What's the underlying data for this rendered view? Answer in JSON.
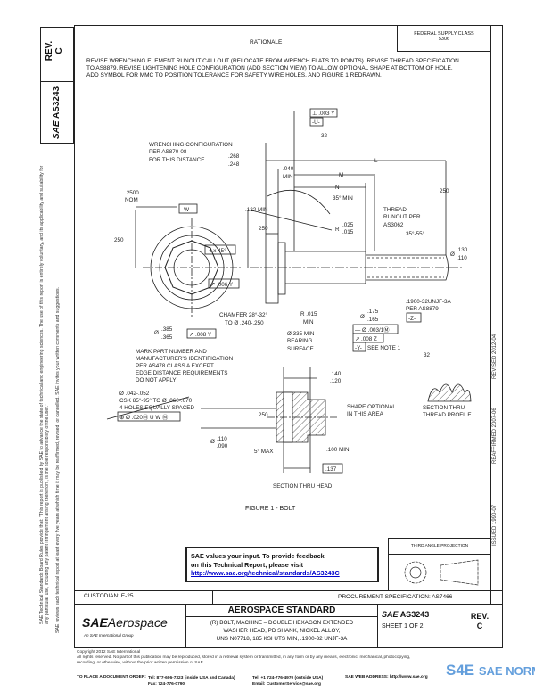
{
  "margin_left": {
    "disclaimer_1": "SAE Technical Standards Board Rules provide that: \"This report is published by SAE to advance the state of technical and engineering sciences. The use of this report is entirely voluntary, and its applicability and suitability for any particular use, including any patent infringement arising therefrom, is the sole responsibility of the user.\"",
    "disclaimer_2": "SAE reviews each technical report at least every five years at which time it may be reaffirmed, revised, or cancelled. SAE invites your written comments and suggestions."
  },
  "margin_right": {
    "issued": "ISSUED 1990-07",
    "reaffirmed": "REAFFIRMED 2007-06",
    "revised": "REVISED 2012-04"
  },
  "corner": {
    "rev_label": "REV.",
    "rev_value": "C",
    "doc_number": "AS3243",
    "sae_logo": "SAE"
  },
  "federal_supply": {
    "label": "FEDERAL SUPPLY CLASS",
    "value": "5306"
  },
  "rationale": {
    "heading": "RATIONALE",
    "text": "REVISE WRENCHING ELEMENT RUNOUT CALLOUT (RELOCATE FROM WRENCH FLATS TO POINTS). REVISE THREAD SPECIFICATION TO AS8879. REVISE LIGHTENING HOLE CONFIGURATION (ADD SECTION VIEW) TO ALLOW OPTIONAL SHAPE AT BOTTOM OF HOLE. ADD SYMBOL FOR MMC TO POSITION TOLERANCE FOR SAFETY WIRE HOLES. AND FIGURE 1 REDRAWN."
  },
  "drawing": {
    "wrench_1": "WRENCHING CONFIGURATION",
    "wrench_2": "PER AS870-08",
    "wrench_3": "FOR THIS DISTANCE",
    "nom_1": ".2500",
    "nom_2": "NOM",
    "datum_w": "-W-",
    "min_122": ".122 MIN",
    "rough_250": "250",
    "chamfer_4x45": "4 x 45°",
    "head_h_1": ".268",
    "head_h_2": ".248",
    "min040_1": ".040",
    "min040_2": "MIN",
    "perp_fcf": "⊥ .003 Y",
    "datum_u": "-U-",
    "rough_32": "32",
    "dim_l": "L",
    "dim_m": "M",
    "dim_n": "N",
    "angle_35": "35° MIN",
    "runout_1": "THREAD",
    "runout_2": "RUNOUT PER",
    "runout_3": "AS3062",
    "r025_1": ".025",
    "r025_2": ".015",
    "r_label": "R",
    "angle_35_55": "35°-55°",
    "dia130_1": ".130",
    "dia130_2": ".110",
    "dia_sym": "Ø",
    "runout_fcf_1": "↗ .006 Y",
    "runout_fcf_2": "↗ .008 Y",
    "chamfer_1": "CHAMFER 28°-32°",
    "chamfer_2": "TO Ø .240-.250",
    "r015_1": "R .015",
    "r015_2": "MIN",
    "bearing_1": "Ø.335 MIN",
    "bearing_2": "BEARING",
    "bearing_3": "SURFACE",
    "dia385_1": ".385",
    "dia385_2": ".365",
    "mark_1": "MARK PART NUMBER AND",
    "mark_2": "MANUFACTURER'S IDENTIFICATION",
    "mark_3": "PER AS478 CLASS A EXCEPT",
    "mark_4": "EDGE DISTANCE REQUIREMENTS",
    "mark_5": "DO NOT APPLY",
    "holes_1": "Ø .042-.052",
    "holes_2": "CSK 85°-95° TO Ø .060-.070",
    "holes_3": "4 HOLES EQUALLY SPACED",
    "holes_fcf": "⊕ Ø .020Ⓜ U W Ⓜ",
    "thread_1": ".1900-32UNJF-3A",
    "thread_2": "PER AS8879",
    "datum_z": "-Z-",
    "dia175_1": ".175",
    "dia175_2": ".165",
    "shank_fcf_1": "— Ø .003/1Ⓜ",
    "shank_fcf_2": "↗ .008 Z",
    "datum_y": "-Y-",
    "see_note": "SEE NOTE 1",
    "thread_sec_1": "SECTION THRU",
    "thread_sec_2": "THREAD PROFILE",
    "d140_1": ".140",
    "d140_2": ".120",
    "shape_1": "SHAPE OPTIONAL",
    "shape_2": "IN THIS AREA",
    "dia110_1": ".110",
    "dia110_2": ".090",
    "max5": "5° MAX",
    "min100": ".100 MIN",
    "d137": ".137",
    "head_section": "SECTION THRU HEAD",
    "figure_caption": "FIGURE 1 - BOLT"
  },
  "projection": {
    "label": "THIRD ANGLE PROJECTION"
  },
  "feedback": {
    "line_1": "SAE values your input. To provide feedback",
    "line_2": "on this Technical Report, please visit",
    "link": "http://www.sae.org/technical/standards/AS3243C",
    "link_color": "#0000cc"
  },
  "custodian": "CUSTODIAN: E-25",
  "procurement": "PROCUREMENT SPECIFICATION: AS7466",
  "title_block": {
    "logo_sae": "SAE",
    "logo_aero": "Aerospace",
    "logo_sub": "An SAE International Group",
    "standard": "AEROSPACE STANDARD",
    "title_1": "(R) BOLT, MACHINE – DOUBLE HEXAGON EXTENDED",
    "title_2": "WASHER HEAD, PD SHANK, NICKEL ALLOY,",
    "title_3": "UNS N07718, 185 KSI UTS MIN, .1900-32 UNJF-3A",
    "doc_sae": "SAE",
    "doc_number": "AS3243",
    "sheet": "SHEET 1 OF 2",
    "rev_label": "REV.",
    "rev_value": "C"
  },
  "footer": {
    "copyright": "Copyright 2012 SAE International",
    "rights_1": "All rights reserved. No part of this publication may be reproduced, stored in a retrieval system or transmitted, in any form or by any means, electronic, mechanical, photocopying,",
    "rights_2": "recording, or otherwise, without the prior written permission of SAE.",
    "order": "TO PLACE A DOCUMENT ORDER:",
    "tel_1": "Tel: 877-606-7323 (inside USA and Canada)",
    "fax": "Fax: 724-776-0790",
    "tel_2": "Tel: +1 724-776-4970 (outside USA)",
    "email": "Email: CustomerService@sae.org",
    "web": "SAE WEB ADDRESS: http://www.sae.org",
    "watermark": "SAE NORM",
    "watermark_color": "#4a8fd6"
  }
}
